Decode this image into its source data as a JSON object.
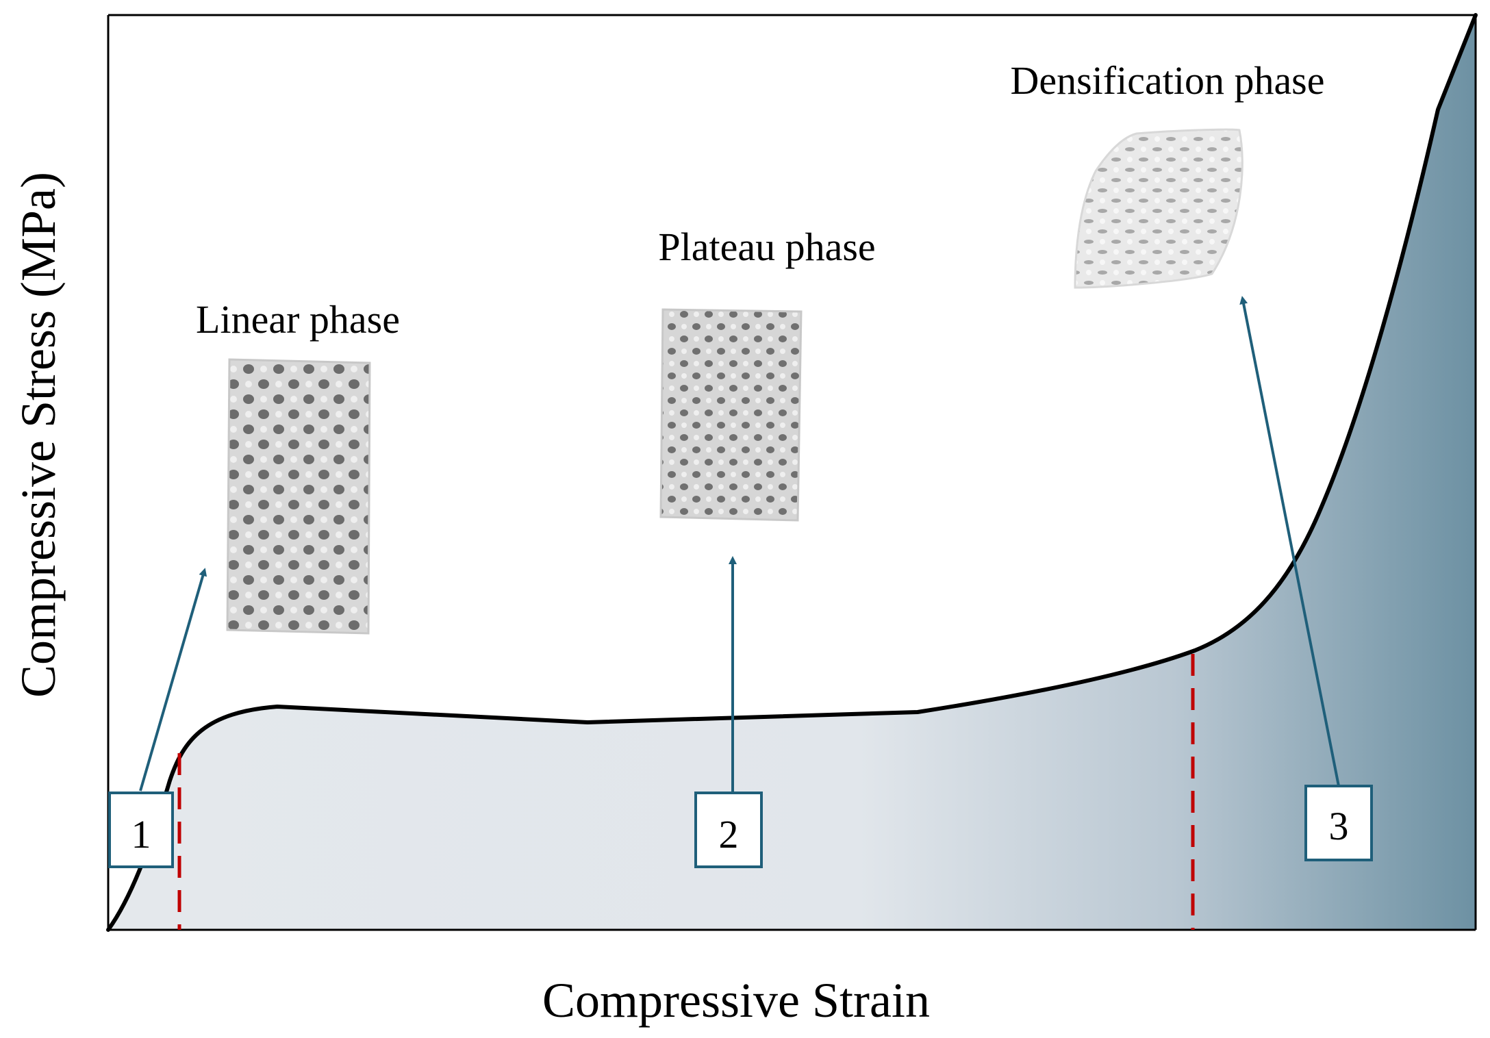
{
  "diagram": {
    "axis_x_label": "Compressive Strain",
    "axis_y_label": "Compressive Stress (MPa)",
    "phases": [
      {
        "label": "Linear phase",
        "number": "1"
      },
      {
        "label": "Plateau phase",
        "number": "2"
      },
      {
        "label": "Densification phase",
        "number": "3"
      }
    ],
    "colors": {
      "curve": "#000000",
      "axes": "#000000",
      "boundary_dashes": "#c00000",
      "arrows": "#1f5f7a",
      "box_border": "#1f5f7a",
      "fill_light": "#e4e8ec",
      "fill_dark": "#6d91a3"
    }
  }
}
